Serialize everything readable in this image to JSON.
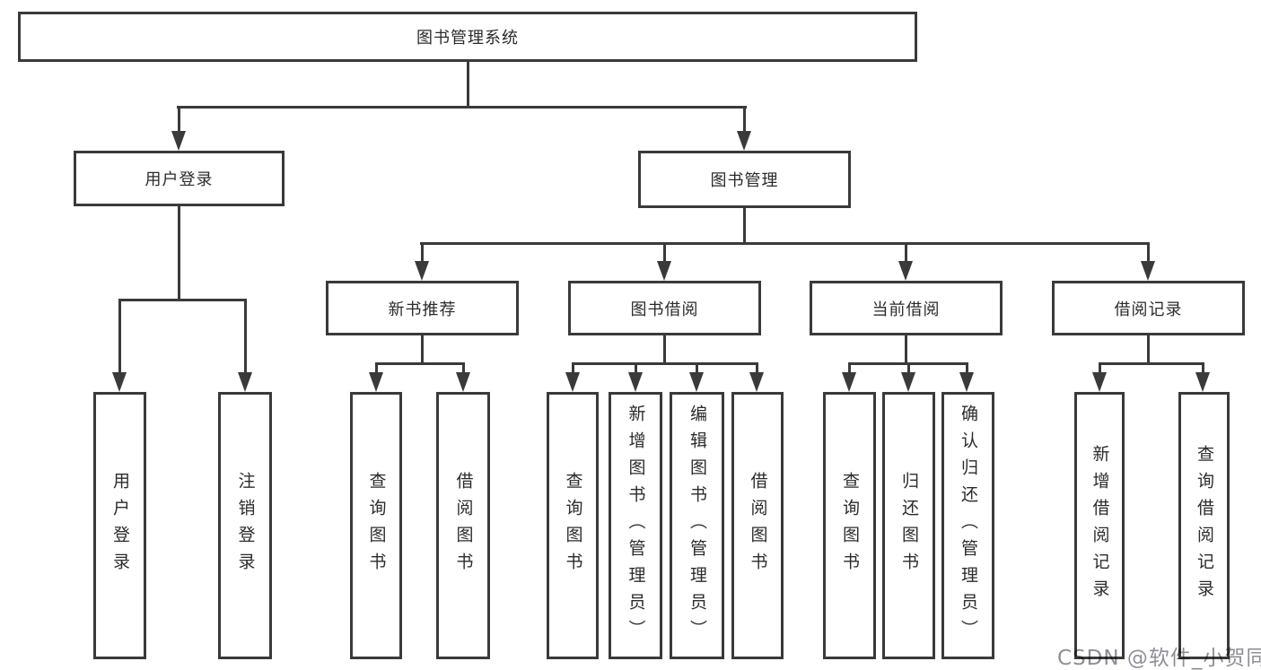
{
  "nodes": {
    "root": "图书管理系统",
    "userLogin": "用户登录",
    "bookMgmt": "图书管理",
    "login": "用户登录",
    "logout": "注销登录",
    "newBookRec": "新书推荐",
    "bookBorrow": "图书借阅",
    "currentBorrow": "当前借阅",
    "borrowRecords": "借阅记录",
    "nbQuery": "查询图书",
    "nbBorrow": "借阅图书",
    "bbQuery": "查询图书",
    "bbAdd": "新增图书（管理员）",
    "bbEdit": "编辑图书（管理员）",
    "bbBorrow": "借阅图书",
    "cbQuery": "查询图书",
    "cbReturn": "归还图书",
    "cbConfirm": "确认归还（管理员）",
    "brAdd": "新增借阅记录",
    "brQuery": "查询借阅记录"
  },
  "watermark": "CSDN @软件_小贺同学",
  "colors": {
    "line": "#3a3a3a",
    "text": "#2b2b2b",
    "watermark": "#8e8e96",
    "boxbg": "#ffffff"
  }
}
